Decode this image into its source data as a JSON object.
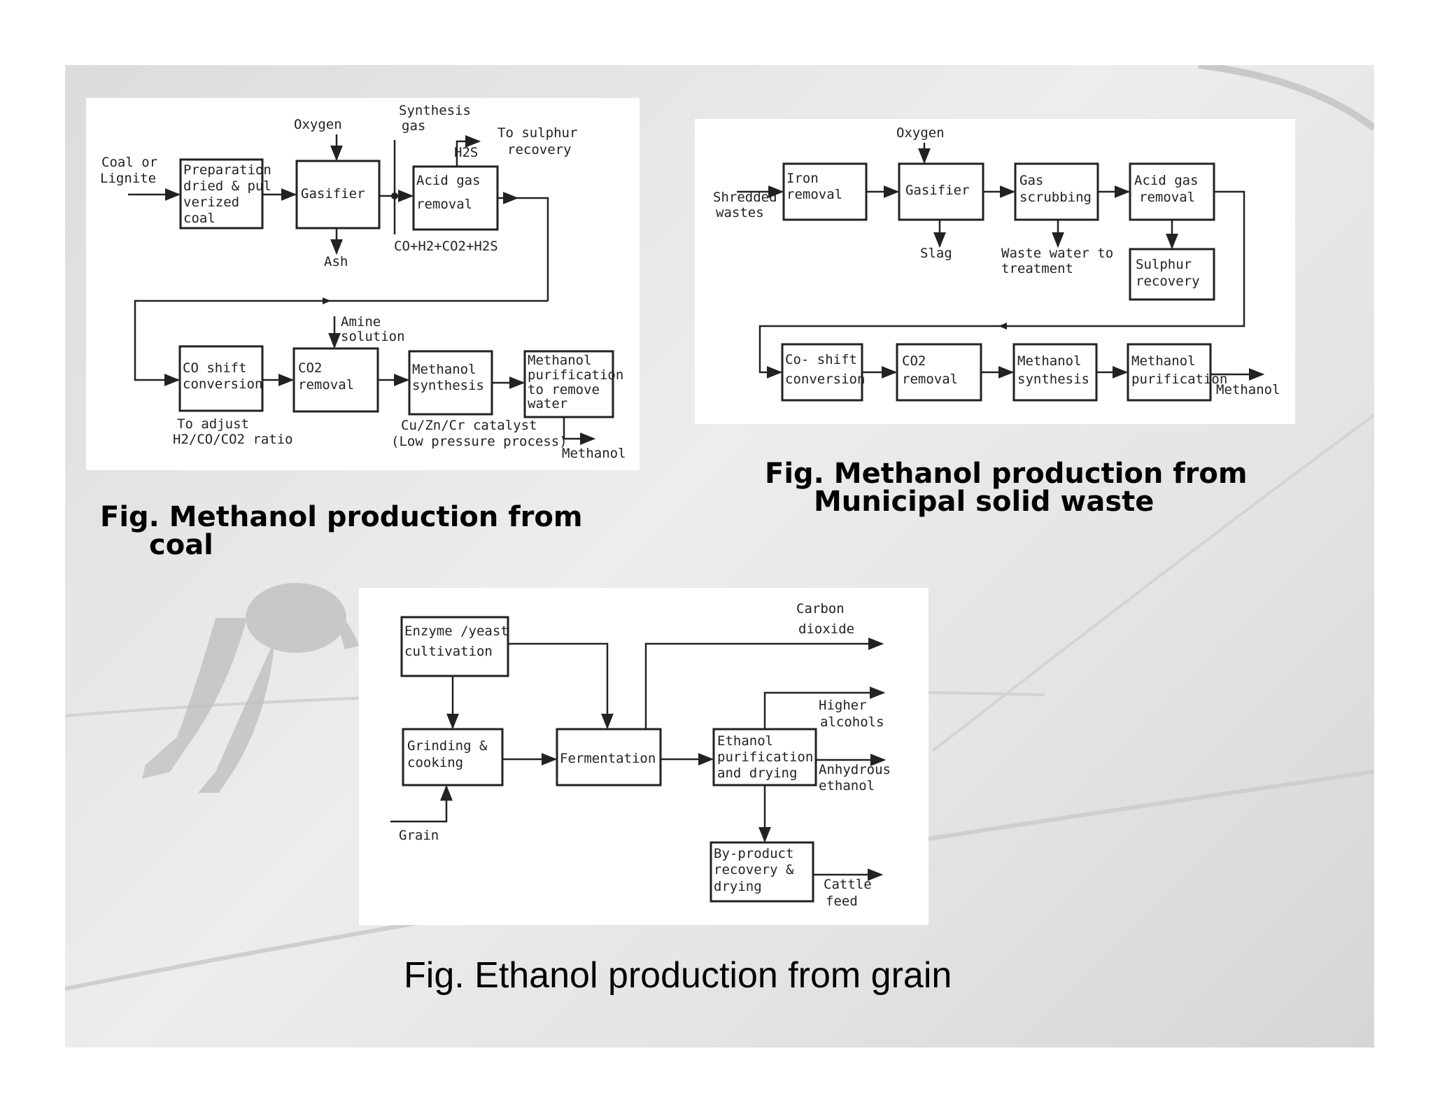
{
  "coal_figure": {
    "caption_line1": "Fig. Methanol production from",
    "caption_line2": "coal",
    "boxes": {
      "preparation": [
        "Preparation",
        "dried & pul",
        "verized",
        "coal"
      ],
      "gasifier": [
        "Gasifier"
      ],
      "acid_gas_removal": [
        "Acid gas",
        "removal"
      ],
      "co_shift": [
        "CO shift",
        "conversion"
      ],
      "co2_removal": [
        "CO2",
        "removal"
      ],
      "methanol_synthesis": [
        "Methanol",
        "synthesis"
      ],
      "methanol_purification": [
        "Methanol",
        "purification",
        "to remove",
        "water"
      ]
    },
    "labels": {
      "coal_or_lignite": [
        "Coal or",
        "Lignite"
      ],
      "oxygen": "Oxygen",
      "synthesis_gas": [
        "Synthesis",
        "gas"
      ],
      "h2s": "H2S",
      "to_sulphur_recovery": [
        "To sulphur",
        "recovery"
      ],
      "ash": "Ash",
      "gas_mixture": "CO+H2+CO2+H2S",
      "amine_solution": [
        "Amine",
        "solution"
      ],
      "to_adjust": [
        "To adjust",
        "H2/CO/CO2 ratio"
      ],
      "catalyst": [
        "Cu/Zn/Cr catalyst",
        "(Low pressure process)"
      ],
      "methanol_out": "Methanol"
    }
  },
  "msw_figure": {
    "caption_line1": "Fig. Methanol production from",
    "caption_line2": "Municipal solid waste",
    "boxes": {
      "iron_removal": [
        "Iron",
        "removal"
      ],
      "gasifier": [
        "Gasifier"
      ],
      "gas_scrubbing": [
        "Gas",
        "scrubbing"
      ],
      "acid_gas_removal": [
        "Acid gas",
        "removal"
      ],
      "sulphur_recovery": [
        "Sulphur",
        "recovery"
      ],
      "co_shift": [
        "Co- shift",
        "conversion"
      ],
      "co2_removal": [
        "CO2",
        "removal"
      ],
      "methanol_synthesis": [
        "Methanol",
        "synthesis"
      ],
      "methanol_purification": [
        "Methanol",
        "purification"
      ]
    },
    "labels": {
      "oxygen": "Oxygen",
      "shredded_wastes": [
        "Shredded",
        "wastes"
      ],
      "slag": "Slag",
      "waste_water": [
        "Waste water to",
        "treatment"
      ],
      "methanol_out": "Methanol"
    }
  },
  "grain_figure": {
    "caption": "Fig. Ethanol production from grain",
    "boxes": {
      "enzyme": [
        "Enzyme /yeast",
        "cultivation"
      ],
      "grinding": [
        "Grinding &",
        "cooking"
      ],
      "fermentation": [
        "Fermentation"
      ],
      "ethanol_purification": [
        "Ethanol",
        "purification",
        "and drying"
      ],
      "byproduct": [
        "By-product",
        "recovery &",
        "drying"
      ]
    },
    "labels": {
      "carbon_dioxide": [
        "Carbon",
        "dioxide"
      ],
      "higher_alcohols": [
        "Higher",
        "alcohols"
      ],
      "anhydrous_ethanol": [
        "Anhydrous",
        "ethanol"
      ],
      "grain": "Grain",
      "cattle_feed": [
        "Cattle",
        "feed"
      ]
    }
  }
}
